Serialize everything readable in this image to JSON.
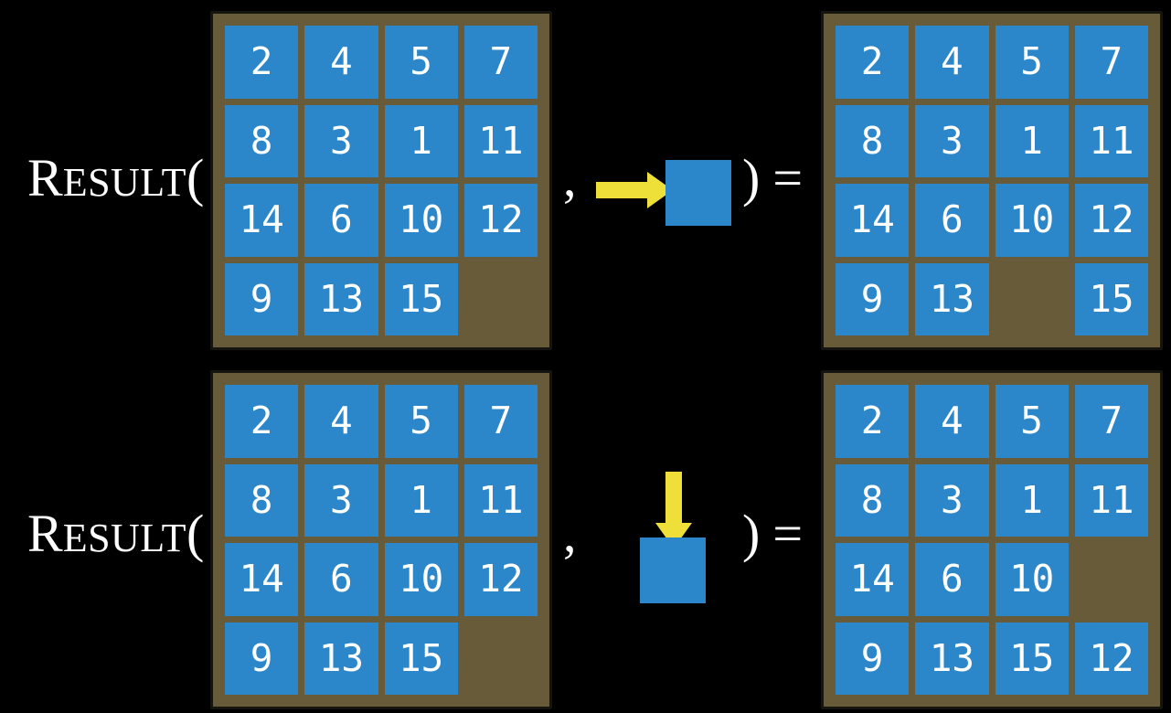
{
  "colors": {
    "background": "#000000",
    "board_frame": "#675B39",
    "board_border": "#16140E",
    "tile": "#2B87C9",
    "tile_text": "#FFFFFF",
    "arrow": "#EFDF39",
    "text": "#FFFFFF"
  },
  "function": {
    "name_initial": "R",
    "name_rest": "ESULT",
    "open_paren": "(",
    "comma": ",",
    "close_paren": ")",
    "equals": "="
  },
  "boards": {
    "start": [
      2,
      4,
      5,
      7,
      8,
      3,
      1,
      11,
      14,
      6,
      10,
      12,
      9,
      13,
      15,
      null
    ],
    "result_after_right": [
      2,
      4,
      5,
      7,
      8,
      3,
      1,
      11,
      14,
      6,
      10,
      12,
      9,
      13,
      null,
      15
    ],
    "result_after_down": [
      2,
      4,
      5,
      7,
      8,
      3,
      1,
      11,
      14,
      6,
      10,
      null,
      9,
      13,
      15,
      12
    ]
  },
  "equations": [
    {
      "name": "result-of-move-right",
      "function_label": "Result(",
      "start_board": "start",
      "action_icon": "arrow-right-icon",
      "action_description": "blue tile pushed right",
      "result_board": "result_after_right"
    },
    {
      "name": "result-of-move-down",
      "function_label": "Result(",
      "start_board": "start",
      "action_icon": "arrow-down-icon",
      "action_description": "blue tile pushed down",
      "result_board": "result_after_down"
    }
  ]
}
